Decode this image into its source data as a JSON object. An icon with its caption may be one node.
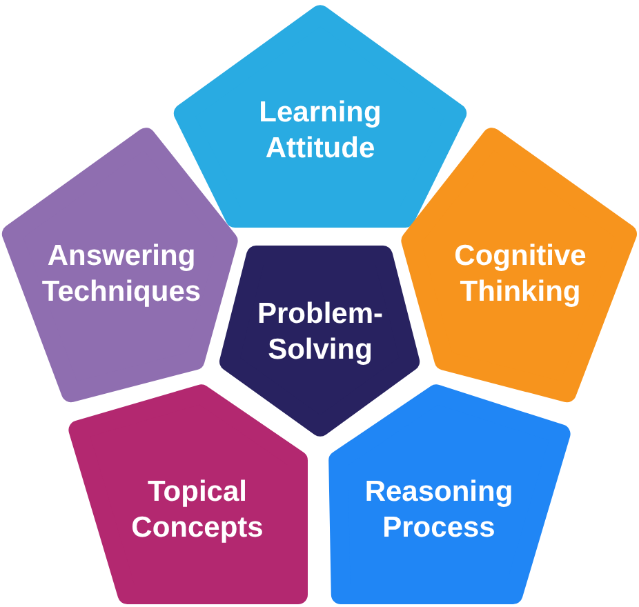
{
  "diagram": {
    "nodes": [
      {
        "text": [
          "Learning Attitude"
        ]
      },
      {
        "text": [
          "Answering Techniques"
        ]
      },
      {
        "text": [
          "Problem-Solving"
        ]
      },
      {
        "text": [
          "Cognitive Thinking"
        ]
      },
      {
        "text": [
          "Topical Concepts"
        ]
      },
      {
        "text": [
          "Reasoning Process"
        ]
      }
    ]
  }
}
